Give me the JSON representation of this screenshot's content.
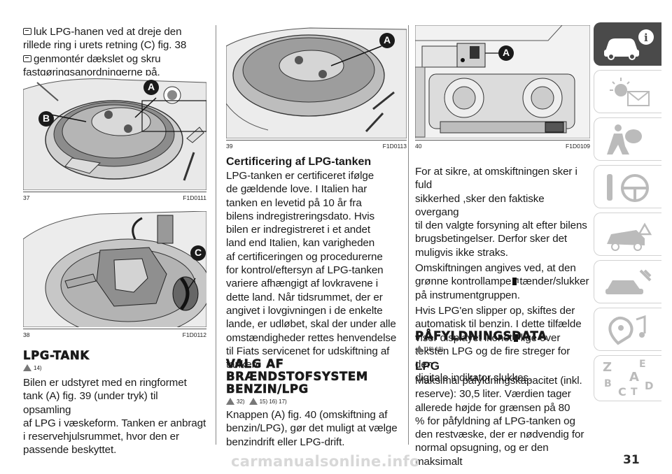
{
  "column1": {
    "intro": [
      {
        "bullet": true,
        "text": "luk LPG-hanen ved at dreje den"
      },
      {
        "bullet": false,
        "text": "rillede ring i urets retning (C) fig. 38"
      },
      {
        "bullet": true,
        "text": "genmontér dækslet og skru"
      },
      {
        "bullet": false,
        "text": "fastgøringsanordningerne på."
      }
    ],
    "fig37": {
      "number": "37",
      "code": "F1D0111",
      "label_a": "A",
      "label_b": "B"
    },
    "fig38": {
      "number": "38",
      "code": "F1D0112",
      "label_c": "C"
    },
    "heading": "LPG-TANK",
    "warn_refs": "14)",
    "body": [
      "Bilen er udstyret med en ringformet",
      "tank (A) fig. 39 (under tryk) til opsamling",
      "af LPG i væskeform. Tanken er anbragt",
      "i reservehjulsrummet, hvor den er",
      "passende beskyttet."
    ]
  },
  "column2": {
    "fig39": {
      "number": "39",
      "code": "F1D0113",
      "label_a": "A"
    },
    "heading": "Certificering af LPG-tanken",
    "body": [
      "LPG-tanken er certificeret ifølge",
      "de gældende love. I Italien har",
      "tanken en levetid på 10 år fra",
      "bilens indregistreringsdato. Hvis",
      "bilen er indregistreret i et andet",
      "land end Italien, kan varigheden",
      "af certificeringen og procedurerne",
      "for kontrol/eftersyn af LPG-tanken",
      "variere afhængigt af lovkravene i",
      "dette land. Når tidsrummet, der er",
      "angivet i lovgivningen i de enkelte",
      "lande, er udløbet, skal der under alle",
      "omstændigheder rettes henvendelse",
      "til Fiats servicenet for udskiftning af",
      "tanken."
    ],
    "heading2_lines": [
      "VALG AF",
      "BRÆNDSTOFSYSTEM",
      "BENZIN/LPG"
    ],
    "warn_refs_a": "32)",
    "warn_refs_b": "15) 16) 17)",
    "body2": [
      "Knappen (A) fig. 40 (omskiftning af",
      "benzin/LPG), gør det muligt at vælge",
      "benzindrift eller LPG-drift."
    ]
  },
  "column3": {
    "fig40": {
      "number": "40",
      "code": "F1D0109",
      "label_a": "A"
    },
    "body1": [
      "For at sikre, at omskiftningen sker i fuld",
      "sikkerhed ,sker den faktiske overgang",
      "til den valgte forsyning alt efter bilens",
      "brugsbetingelser. Derfor sker det",
      "muligvis ikke straks."
    ],
    "body2_a": "Omskiftningen angives ved, at den",
    "body2_b1": "grønne kontrollampe",
    "body2_b2": "tænder/slukker",
    "body2_c": "på instrumentgruppen.",
    "body3_a": "Hvis LPG'en slipper op, skiftes der",
    "body3_b": "automatisk til benzin. I dette tilfælde",
    "body3_c1": "viser displayet ikonet",
    "body3_c2": "lige over",
    "body3_d": "teksten LPG og de fire streger for den",
    "body3_e": "digitale indikator slukkes.",
    "heading": "PÅFYLDNINGSDATA",
    "warn_refs": "18) 19)",
    "subheading": "LPG",
    "body4": [
      "Maksimal påfyldningskapacitet (inkl.",
      "reserve): 30,5 liter. Værdien tager",
      "allerede højde for grænsen på 80",
      "% for påfyldning af LPG-tanken og",
      "den restvæske, der er nødvendig for",
      "normal opsugning, og er den maksimalt"
    ]
  },
  "sidebar": {
    "tabs": [
      "car-info",
      "warning-lights",
      "safety",
      "starting-driving",
      "emergency",
      "maintenance",
      "multimedia",
      "index"
    ],
    "index_letters": [
      "Z",
      "E",
      "A",
      "B",
      "C",
      "T",
      "D"
    ]
  },
  "page_number": "31",
  "watermark": "carmanualsonline.info"
}
